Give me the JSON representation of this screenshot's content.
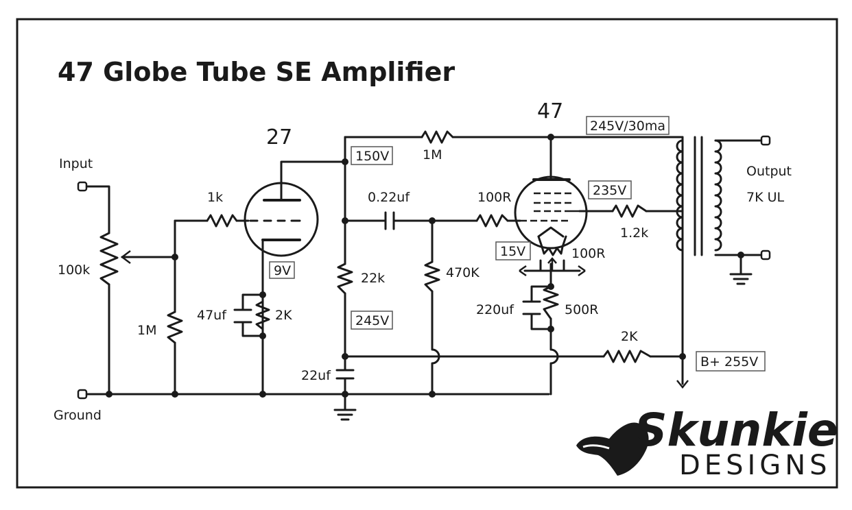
{
  "title": "47 Globe Tube SE Amplifier",
  "tubes": {
    "driver": "27",
    "power": "47"
  },
  "io": {
    "input": "Input",
    "ground": "Ground",
    "output": "Output",
    "output_spec": "7K UL"
  },
  "components": {
    "r_volume": "100k",
    "r_grid_leak": "1M",
    "r_grid_stop_1": "1k",
    "c_cathode_1": "47uf",
    "r_cathode_1": "2K",
    "r_feedback": "1M",
    "r_plate_1": "22k",
    "c_filter_1": "22uf",
    "c_coupling": "0.22uf",
    "r_grid_2": "470K",
    "r_grid_stop_2": "100R",
    "r_screen": "1.2k",
    "r_hum_pot": "100R",
    "c_cathode_2": "220uf",
    "r_cathode_2": "500R",
    "r_dropping": "2K"
  },
  "voltages": {
    "v_plate_1": "150V",
    "v_cathode_1": "9V",
    "v_node_filter": "245V",
    "v_plate_2": "245V/30ma",
    "v_screen": "235V",
    "v_cathode_2": "15V",
    "v_supply": "B+ 255V"
  },
  "brand": {
    "name": "Skunkie",
    "sub": "DESIGNS"
  },
  "colors": {
    "ink": "#1a1a1a",
    "paper": "#ffffff",
    "box_border": "#555555"
  }
}
